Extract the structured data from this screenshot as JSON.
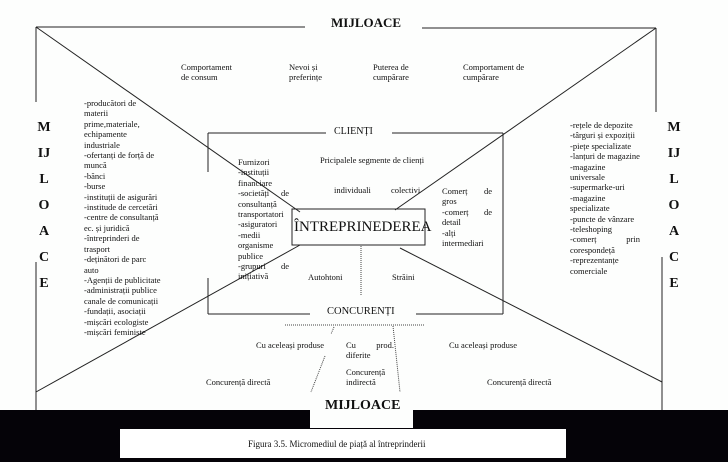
{
  "title_top": "MIJLOACE",
  "title_left": "MIJLOACE",
  "title_right": "MIJLOACE",
  "title_bottom": "MIJLOACE",
  "client_aspects": [
    [
      "Comportament",
      "de consum"
    ],
    [
      "Nevoi și",
      "preferințe"
    ],
    [
      "Puterea de",
      "cumpărare"
    ],
    [
      "Comportament de",
      "cumpărare"
    ]
  ],
  "clienti_label": "CLIENȚI",
  "concurenti_label": "CONCURENȚI",
  "enterprise_label": "ÎNTREPRINEDEREA",
  "segments_title": "Pricipalele segmente de clienți",
  "segments": [
    "individuali",
    "colectivi"
  ],
  "left_list": [
    "-producători de materii prime,materiale, echipamente industriale",
    "-ofertanți de forță de muncă",
    "-bănci",
    "-burse",
    "-instituții de asigurări",
    "-institude de cercetări",
    "-centre de consultanță ec. și juridică",
    "-întreprinderi de trasport",
    "-deținători de parc auto",
    "-Agenții de publicitate",
    "-administrații publice canale de comunicații",
    "-fundații, asociații",
    "-mișcări ecologiste",
    "-mișcări feministe"
  ],
  "right_list": [
    "-rețele de depozite",
    "-târguri și expoziții",
    "-piețe specializate",
    "-lanțuri de magazine",
    "-magazine universale",
    "-supermarke-uri",
    "-magazine specializate",
    "-puncte de vânzare",
    "-teleshoping",
    "-comerț prin corespondeță",
    "-reprezentanțe comerciale"
  ],
  "suppliers_list": [
    "Furnizori",
    "-instituții financiare",
    "-societăți de consultanță transportatori",
    "-asiguratori",
    "-medii organisme publice",
    "-grupuri de inițiativă"
  ],
  "intermediaries_list": [
    "Comerț de gros",
    "-comerț de detail",
    "-alți intermediari"
  ],
  "origin": [
    "Autohtoni",
    "Străini"
  ],
  "competition": {
    "same_left": "Cu aceleași produse",
    "diff": [
      "Cu prod.",
      "diferite"
    ],
    "same_right": "Cu aceleași produse",
    "direct_left": "Concurență directă",
    "indirect": [
      "Concurență",
      "indirectă"
    ],
    "direct_right": "Concurență directă"
  },
  "caption": "Figura 3.5. Micromediul de piață al întreprinderii"
}
